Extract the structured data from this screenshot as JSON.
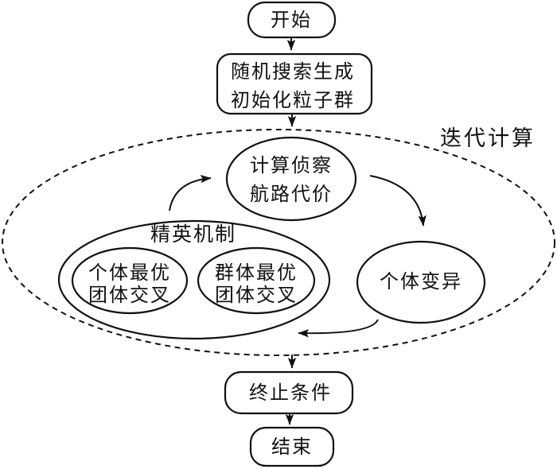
{
  "diagram": {
    "iteration_label": "迭代计算",
    "elite_label": "精英机制",
    "nodes": {
      "start": "开始",
      "init": {
        "line1": "随机搜索生成",
        "line2": "初始化粒子群"
      },
      "cost": {
        "line1": "计算侦察",
        "line2": "航路代价"
      },
      "individual_best": {
        "line1": "个体最优",
        "line2": "团体交叉"
      },
      "group_best": {
        "line1": "群体最优",
        "line2": "团体交叉"
      },
      "mutation": "个体变异",
      "termination": "终止条件",
      "end": "结束"
    },
    "colors": {
      "stroke": "#111111",
      "background": "#ffffff",
      "text": "#111111"
    }
  }
}
